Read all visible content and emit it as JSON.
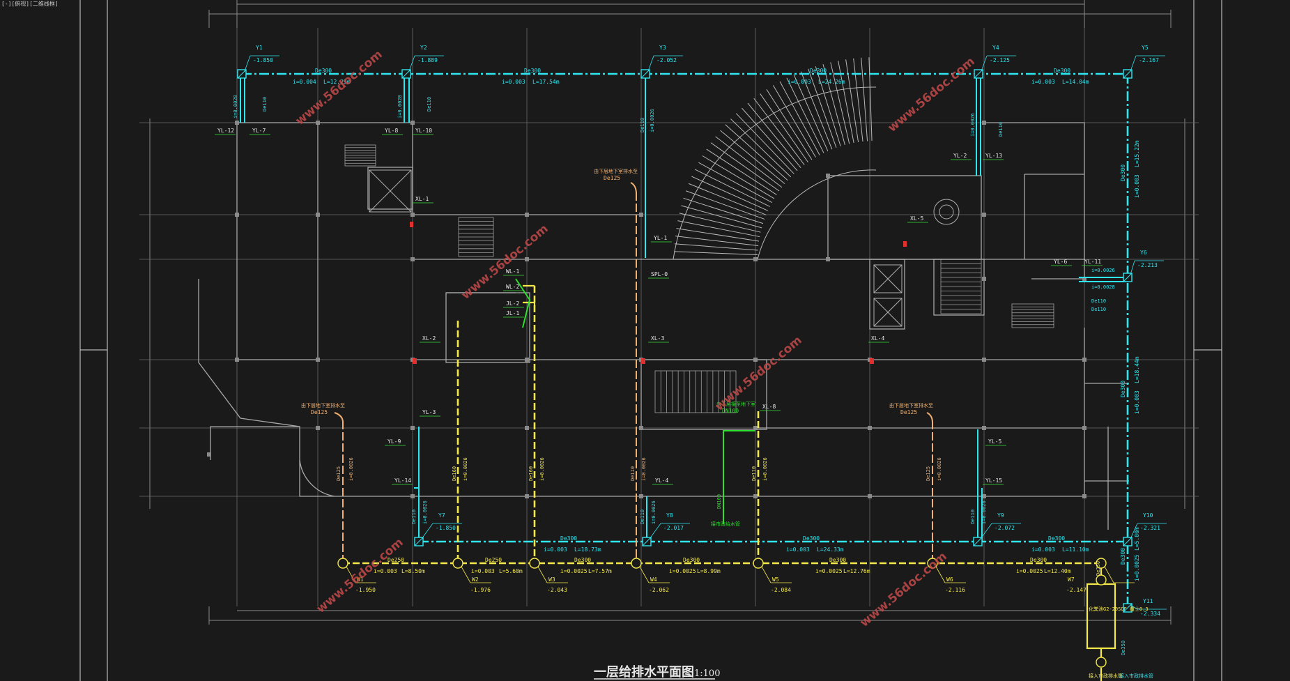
{
  "window": {
    "corner_label": "[-][俯视][二维线框]"
  },
  "drawing": {
    "title": "一层给排水平面图",
    "scale": "1:100",
    "watermark": "www.56doc.com",
    "colors": {
      "background": "#1a1a1a",
      "storm_pipe": "#2ee6f0",
      "waste_pipe": "#f4e84a",
      "drain_pipe": "#f0b070",
      "fire_pipe": "#2ee02e",
      "walls": "#9a9a9a",
      "watermark": "#c24a4a",
      "label_green": "#34e034",
      "label_white": "#e8e8e8"
    },
    "rain_wells": [
      {
        "id": "Y1",
        "elev": "-1.850"
      },
      {
        "id": "Y2",
        "elev": "-1.889"
      },
      {
        "id": "Y3",
        "elev": "-2.052"
      },
      {
        "id": "Y4",
        "elev": "-2.125"
      },
      {
        "id": "Y5",
        "elev": "-2.167"
      },
      {
        "id": "Y6",
        "elev": "-2.213"
      },
      {
        "id": "Y7",
        "elev": "-1.850"
      },
      {
        "id": "Y8",
        "elev": "-2.017"
      },
      {
        "id": "Y9",
        "elev": "-2.072"
      },
      {
        "id": "Y10",
        "elev": "-2.321"
      },
      {
        "id": "Y11",
        "elev": "-2.334"
      }
    ],
    "waste_wells": [
      {
        "id": "W1",
        "elev": "-1.950"
      },
      {
        "id": "W2",
        "elev": "-1.976"
      },
      {
        "id": "W3",
        "elev": "-2.043"
      },
      {
        "id": "W4",
        "elev": "-2.062"
      },
      {
        "id": "W5",
        "elev": "-2.084"
      },
      {
        "id": "W6",
        "elev": "-2.116"
      },
      {
        "id": "W7",
        "elev": "-2.147"
      }
    ],
    "top_segments": [
      {
        "size": "De300",
        "slope": "i=0.004",
        "length": "L=12.29m"
      },
      {
        "size": "De300",
        "slope": "i=0.003",
        "length": "L=17.54m"
      },
      {
        "size": "De300",
        "slope": "i=0.003",
        "length": "L=24.26m"
      },
      {
        "size": "De300",
        "slope": "i=0.003",
        "length": "L=14.04m"
      }
    ],
    "bottom_segments": [
      {
        "size": "De300",
        "slope": "i=0.003",
        "length": "L=18.73m"
      },
      {
        "size": "De300",
        "slope": "i=0.003",
        "length": "L=24.33m"
      },
      {
        "size": "De300",
        "slope": "i=0.003",
        "length": "L=11.10m"
      }
    ],
    "right_segments": [
      {
        "size": "De300",
        "slope": "i=0.003",
        "length": "L=15.22m"
      },
      {
        "size": "De300",
        "slope": "i=0.003",
        "length": "L=18.44m"
      },
      {
        "size": "De300",
        "slope": "i=0.0025",
        "length": "L=5.00m"
      }
    ],
    "waste_segments": [
      {
        "size": "De250",
        "slope": "i=0.003",
        "length": "L=8.50m"
      },
      {
        "size": "De250",
        "slope": "i=0.003",
        "length": "L=5.60m"
      },
      {
        "size": "De300",
        "slope": "i=0.0025",
        "length": "L=7.57m"
      },
      {
        "size": "De300",
        "slope": "i=0.0025",
        "length": "L=8.99m"
      },
      {
        "size": "De300",
        "slope": "i=0.0025",
        "length": "L=12.76m"
      },
      {
        "size": "De300",
        "slope": "i=0.0025",
        "length": "L=12.40m"
      }
    ],
    "riser_labels": {
      "yl_12": "YL-12",
      "yl_7": "YL-7",
      "yl_8": "YL-8",
      "yl_10": "YL-10",
      "yl_2": "YL-2",
      "yl_13": "YL-13",
      "yl_1": "YL-1",
      "yl_6": "YL-6",
      "yl_11": "YL-11",
      "yl_3": "YL-3",
      "yl_9": "YL-9",
      "yl_14": "YL-14",
      "yl_4": "YL-4",
      "yl_5": "YL-5",
      "yl_15": "YL-15",
      "xl_1": "XL-1",
      "xl_2": "XL-2",
      "xl_3": "XL-3",
      "xl_4": "XL-4",
      "xl_5": "XL-5",
      "xl_8": "XL-8",
      "wl_1": "WL-1",
      "wl_2": "WL-2",
      "jl_2": "JL-2",
      "jl_1": "JL-1",
      "spl_0": "SPL-0"
    },
    "notes": {
      "basement_drain": "由下层地下室排水至",
      "pipe_de125": "De125",
      "pipe_de110": "De110",
      "pipe_de160": "De160",
      "pipe_dn100": "DN100",
      "fire_note": "由下层接至地下室",
      "fire_note2": "接市政给水管",
      "slope_0026": "i=0.0026",
      "slope_0028": "i=0.0028",
      "septic": "化粪池G2-20SQF 覆土0.3",
      "municipal": "接入市政排水管",
      "de350": "De350"
    }
  }
}
